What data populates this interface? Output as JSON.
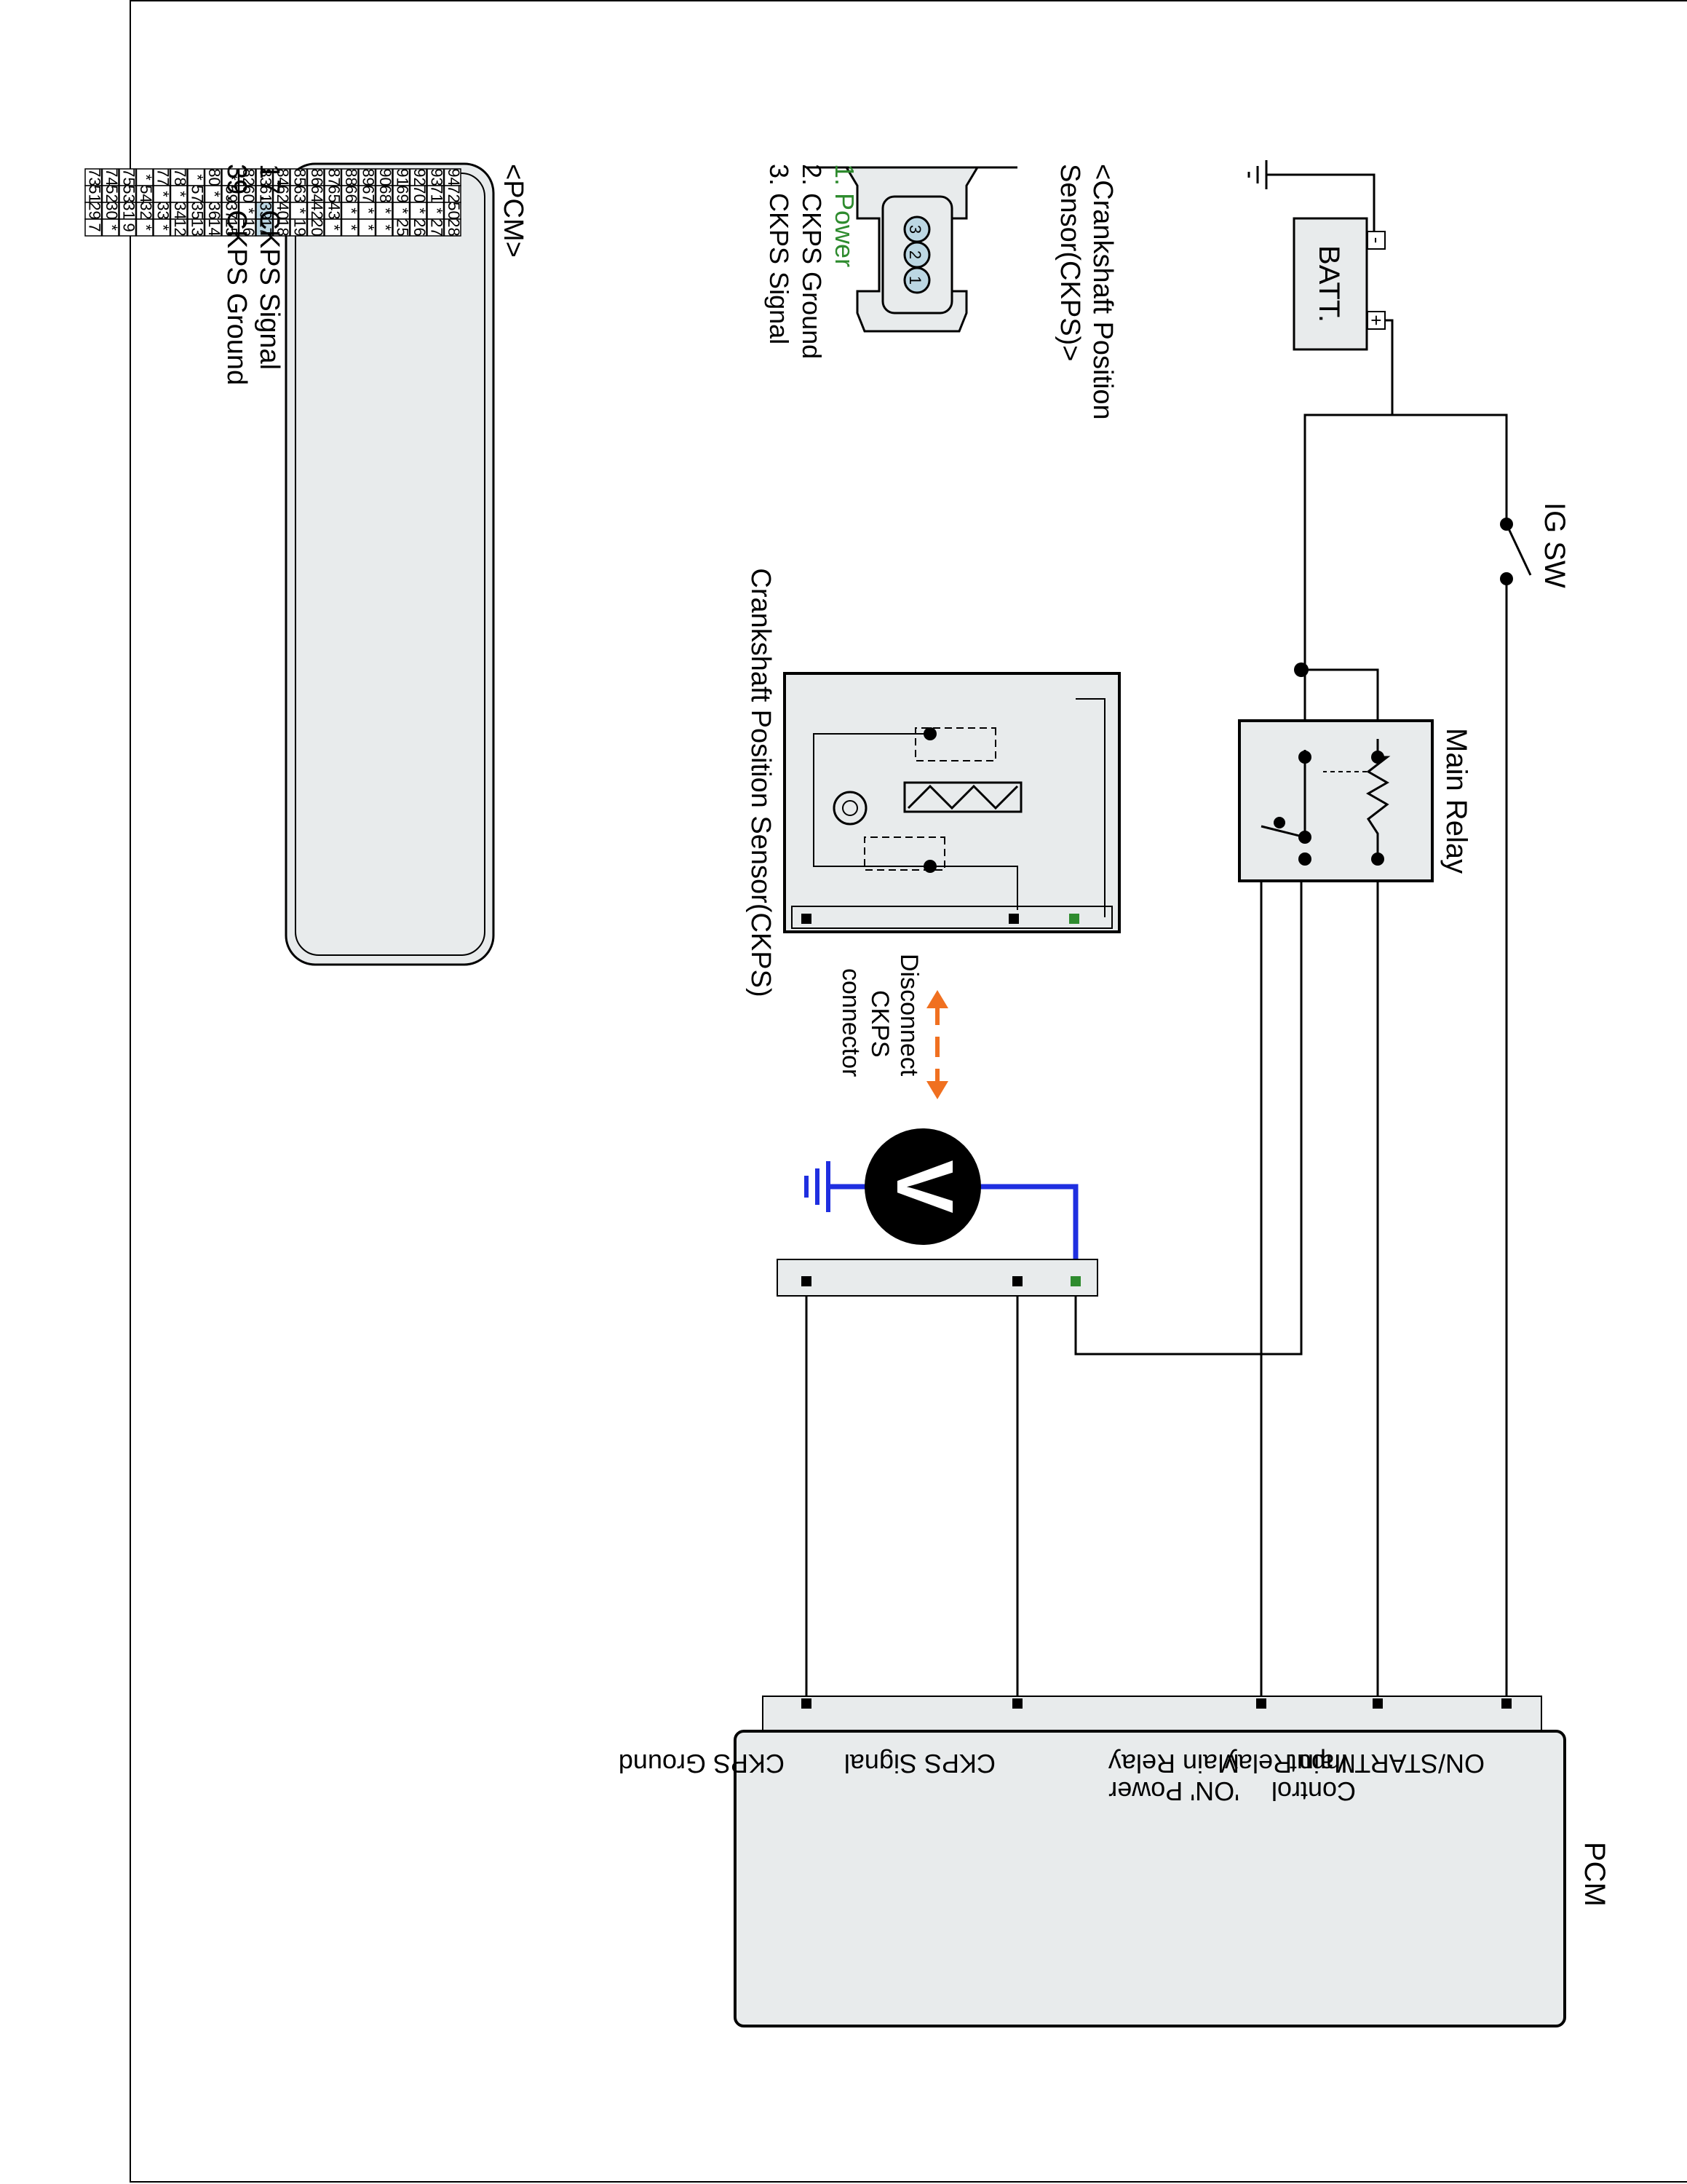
{
  "diagram": {
    "ig_sw": "IG SW",
    "batt": "BATT.",
    "batt_minus": "-",
    "batt_plus": "+",
    "main_relay": "Main Relay",
    "sensor_title": "Crankshaft Position Sensor(CKPS)",
    "disconnect": [
      "Disconnect",
      "CKPS",
      "connector"
    ],
    "voltmeter": "V",
    "pcm_title": "PCM",
    "pcm_pins": [
      [
        "ON/START Input"
      ],
      [
        "Main Relay",
        "Control"
      ],
      [
        "Main Relay",
        "'ON' Power"
      ],
      [
        "CKPS Signal"
      ],
      [
        "CKPS Ground"
      ]
    ]
  },
  "ckps_connector": {
    "title": [
      "<Crankshaft Position",
      "Sensor(CKPS)>"
    ],
    "pins": [
      "3",
      "2",
      "1"
    ],
    "legend": [
      "1. Power",
      "2. CKPS Ground",
      "3. CKPS Signal"
    ],
    "highlight_color": "#2e8b2e"
  },
  "pcm_connector": {
    "title": "<PCM>",
    "rows": [
      [
        "94",
        "93",
        "92",
        "91",
        "90",
        "89",
        "88",
        "87",
        "86",
        "85",
        "84",
        "83",
        "82",
        "*",
        "80",
        "*",
        "78",
        "77",
        "*",
        "75",
        "74",
        "73"
      ],
      [
        "72",
        "71",
        "70",
        "69",
        "68",
        "67",
        "66",
        "65",
        "64",
        "63",
        "62",
        "61",
        "60",
        "59",
        "*",
        "57",
        "*",
        "*",
        "54",
        "53",
        "52",
        "51"
      ],
      [
        "50",
        "*",
        "*",
        "*",
        "*",
        "*",
        "*",
        "43",
        "42",
        "*",
        "40",
        "39",
        "*",
        "37",
        "36",
        "35",
        "34",
        "33",
        "32",
        "31",
        "30",
        "29"
      ],
      [
        "28",
        "27",
        "26",
        "25",
        "*",
        "*",
        "*",
        "*",
        "20",
        "19",
        "18",
        "17",
        "16",
        "15",
        "14",
        "13",
        "12",
        "*",
        "*",
        "9",
        "*",
        "7"
      ]
    ],
    "small_block": [
      [
        "6",
        "5"
      ],
      [
        "4",
        "3"
      ],
      [
        "2",
        "1"
      ]
    ],
    "highlight_pins": [
      "39",
      "17"
    ],
    "highlight_color": "#bcd7e3",
    "legend": [
      "17. CKPS Signal",
      "39. CKPS Ground"
    ]
  },
  "colors": {
    "wire": "#000000",
    "meter_lead": "#1f2fe0",
    "arrow": "#f07020",
    "power_pin": "#2e8b2e",
    "pin_fill": "#bcd7e3",
    "box_fill": "#e8ebec"
  }
}
